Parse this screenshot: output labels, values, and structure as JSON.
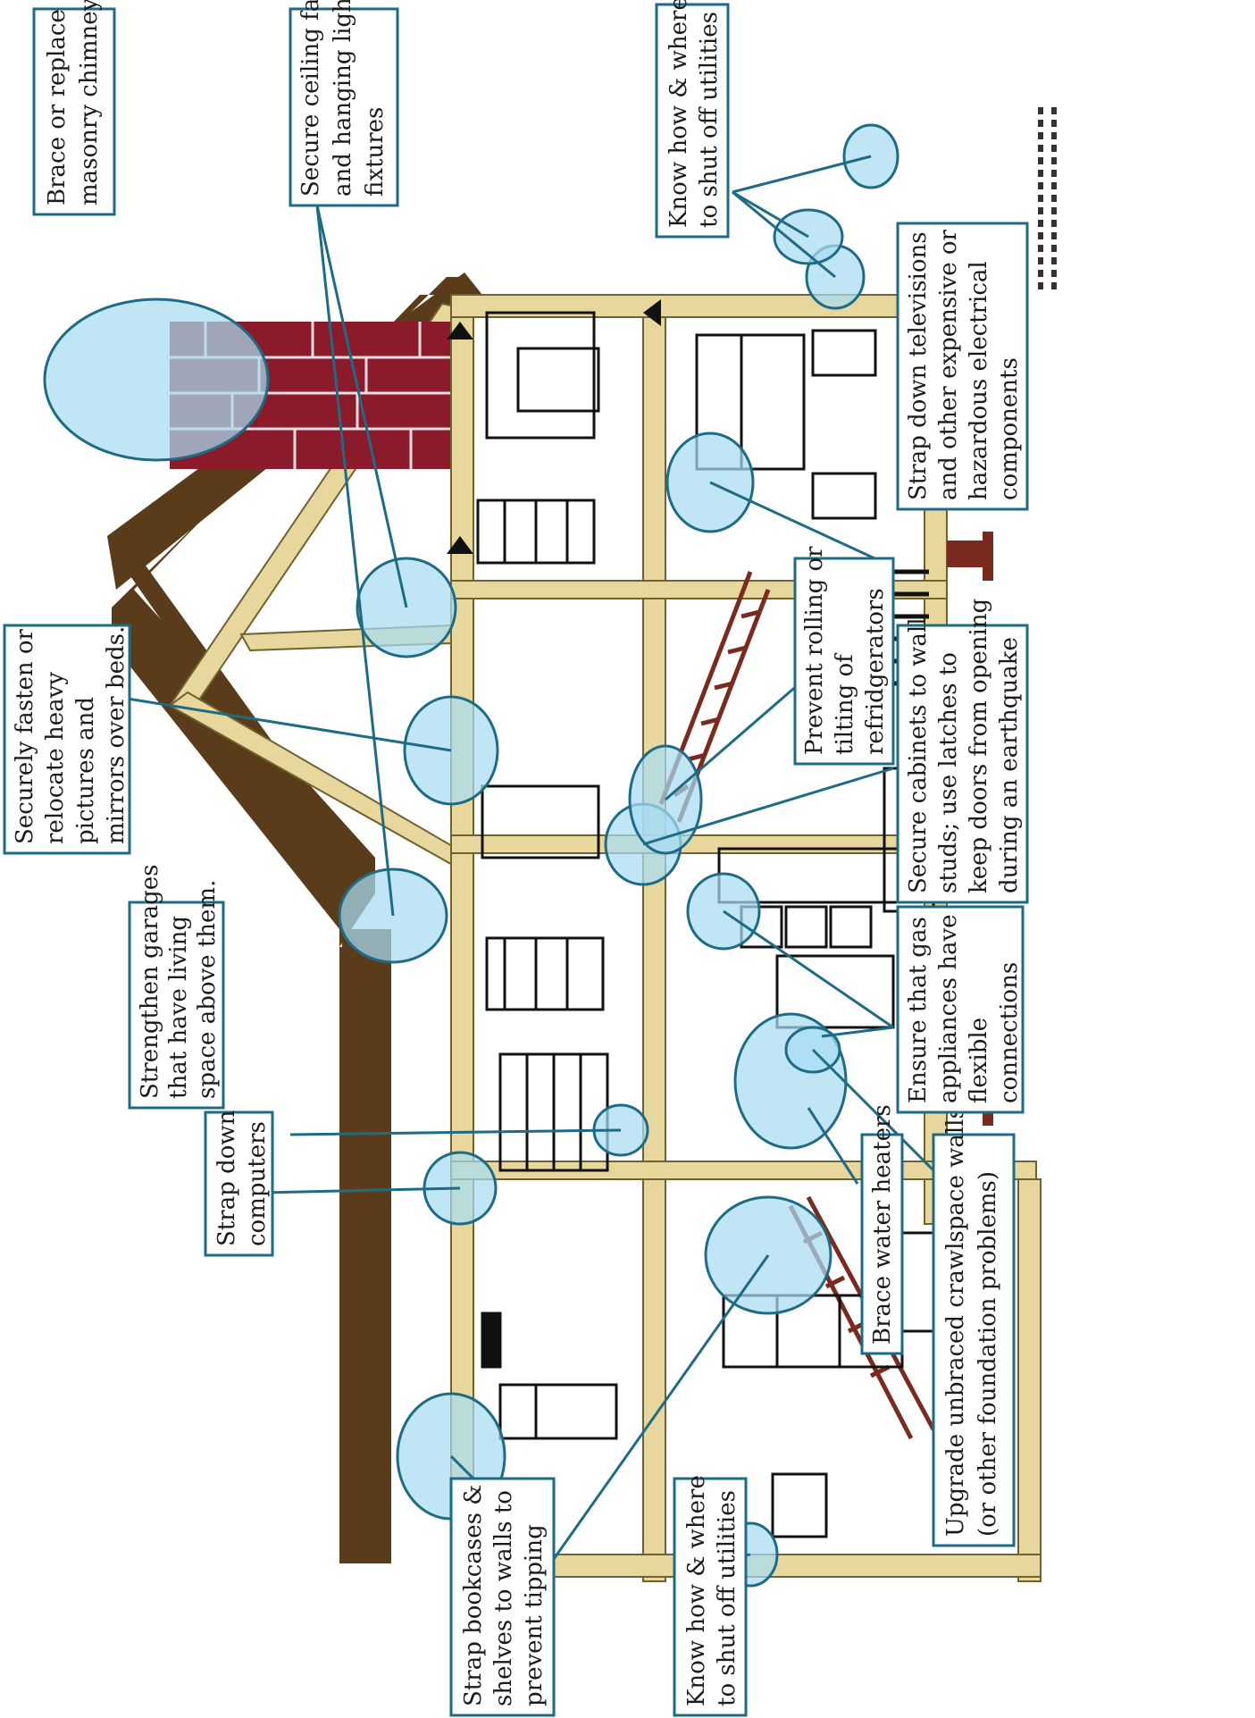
{
  "callouts": [
    {
      "id": "chimney",
      "lines": [
        "Brace or replace",
        "masonry chimneys"
      ]
    },
    {
      "id": "fans",
      "lines": [
        "Secure ceiling fans",
        "and hanging light",
        "fixtures"
      ]
    },
    {
      "id": "utilities_top",
      "lines": [
        "Know how & where",
        "to shut off utilities"
      ]
    },
    {
      "id": "mirrors",
      "lines": [
        "Securely fasten or",
        "relocate heavy",
        "pictures and",
        "mirrors over beds."
      ]
    },
    {
      "id": "garages",
      "lines": [
        "Strengthen garages",
        "that have living",
        "space above them."
      ]
    },
    {
      "id": "computers",
      "lines": [
        "Strap down",
        "computers"
      ]
    },
    {
      "id": "bookcases",
      "lines": [
        "Strap bookcases &",
        "shelves to walls to",
        "prevent tipping"
      ]
    },
    {
      "id": "utilities_bottom",
      "lines": [
        "Know how & where",
        "to shut off utilities"
      ]
    },
    {
      "id": "water_heaters",
      "lines": [
        "Brace water heaters"
      ]
    },
    {
      "id": "crawlspace",
      "lines": [
        "Upgrade unbraced crawlspace walls",
        "(or other foundation problems)"
      ]
    },
    {
      "id": "gas",
      "lines": [
        "Ensure that gas",
        "appliances have",
        "flexible",
        "connections"
      ]
    },
    {
      "id": "cabinets",
      "lines": [
        "Secure cabinets to wall",
        "studs; use latches to",
        "keep doors from opening",
        "during an earthquake"
      ]
    },
    {
      "id": "fridge",
      "lines": [
        "Prevent rolling or",
        "tilting of",
        "refridgerators"
      ]
    },
    {
      "id": "tv",
      "lines": [
        "Strap down televisions",
        "and other expensive or",
        "hazardous electrical",
        "components"
      ]
    }
  ],
  "colors": {
    "roof": "#5a3c1a",
    "brick": "#8b1a2a",
    "frame": "#e7d79c",
    "highlight": "#a8dcf2",
    "leader": "#1e6b86",
    "pier": "#7a2a1e"
  }
}
